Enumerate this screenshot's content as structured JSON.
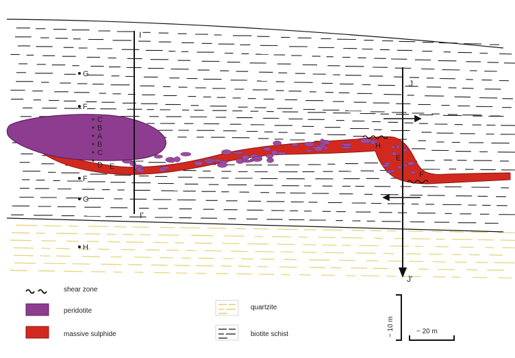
{
  "section_labels": {
    "I_top": "I",
    "I_bottom": "I'",
    "J_top": "J",
    "J_bottom": "J'"
  },
  "sample_points": {
    "G_upper": "G",
    "F_upper": "F",
    "C_left": "C",
    "B_left": "B",
    "A_left": "A",
    "B_left_2": "B",
    "C_left_2": "C",
    "D_left": "D",
    "E_left": "E",
    "F_lower": "F",
    "G_lower": "G",
    "H": "H",
    "H_right": "H",
    "E_right": "E",
    "F_right": "F"
  },
  "legend": {
    "shear_zone": "shear zone",
    "peridotite": "peridotite",
    "massive_sulphide": "massive sulphide",
    "quartzite": "quartzite",
    "biotite_schist": "biotite schist"
  },
  "scale": {
    "vertical": "~ 10 m",
    "horizontal": "~ 20 m"
  },
  "colors": {
    "peridotite": "#8e3c8f",
    "sulphide": "#d2291f",
    "quartzite_line": "#e8d27a",
    "schist_line": "#1a1a1a"
  }
}
